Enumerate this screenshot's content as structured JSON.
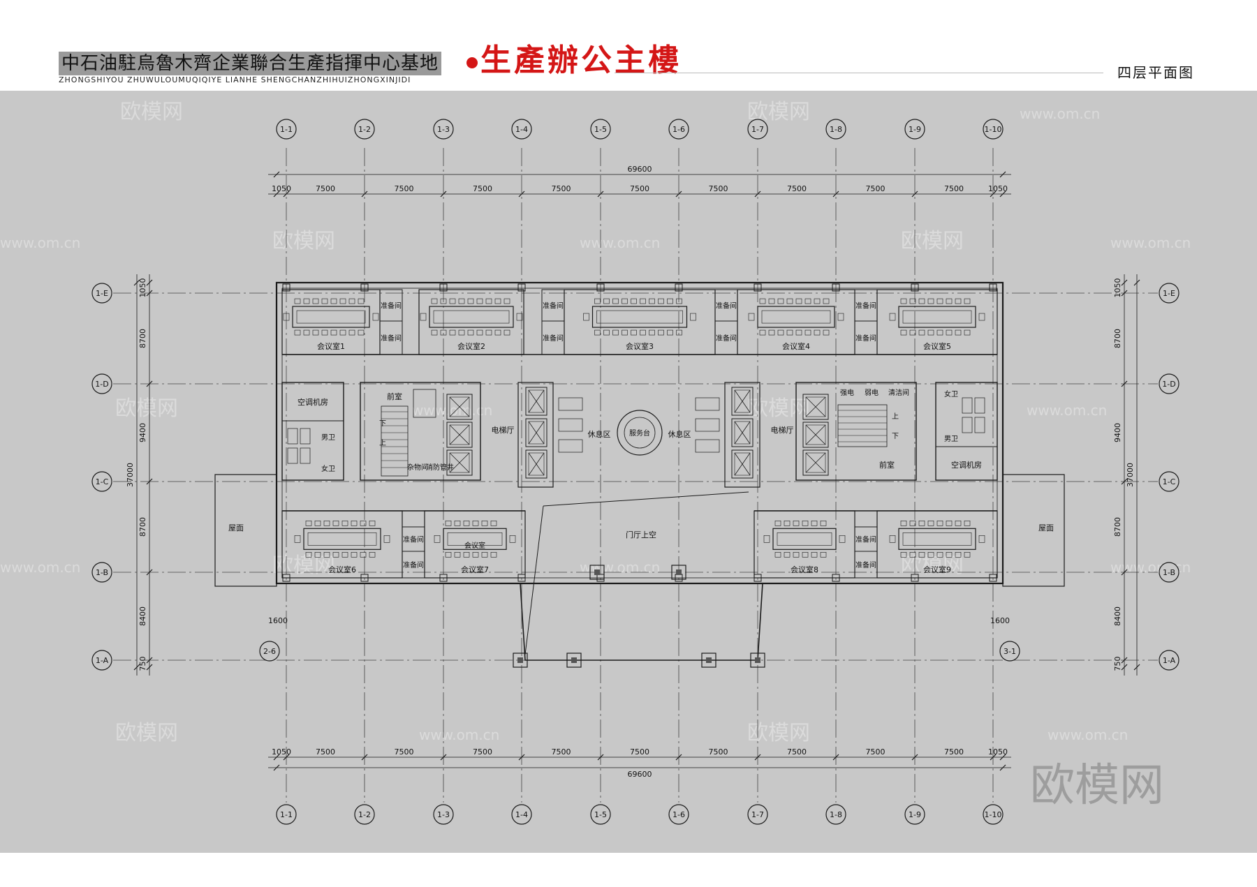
{
  "header": {
    "title_cn": "中石油駐烏魯木齊企業聯合生產指揮中心基地",
    "title_red": "生產辦公主樓",
    "title_en": "ZHONGSHIYOU ZHUWULOUMUQIQIYE LIANHE SHENGCHANZHIHUIZHONGXINJIDI",
    "sheet_title": "四层平面图"
  },
  "watermark": {
    "logo": "欧模网",
    "url": "www.om.cn"
  },
  "axes": {
    "columns": [
      "1-1",
      "1-2",
      "1-3",
      "1-4",
      "1-5",
      "1-6",
      "1-7",
      "1-8",
      "1-9",
      "1-10"
    ],
    "rows": [
      "1-E",
      "1-D",
      "1-C",
      "1-B",
      "1-A"
    ],
    "aux_left": "2-6",
    "aux_right": "3-1"
  },
  "dimensions": {
    "overall_width": "69600",
    "spans": [
      "1050",
      "7500",
      "7500",
      "7500",
      "7500",
      "7500",
      "7500",
      "7500",
      "7500",
      "7500",
      "1050"
    ],
    "overall_depth": "37000",
    "depth_spans": [
      "1050",
      "8700",
      "9400",
      "8700",
      "8400",
      "750"
    ],
    "aux_offset": "1600"
  },
  "rooms": {
    "meeting": [
      "会议室1",
      "会议室2",
      "会议室3",
      "会议室4",
      "会议室5",
      "会议室6",
      "会议室7",
      "会议室8",
      "会议室9"
    ],
    "prep": "准备间",
    "ac_room": "空调机房",
    "male_wc": "男卫",
    "female_wc": "女卫",
    "front_office": "前室",
    "elevator_hall": "电梯厅",
    "rest_area": "休息区",
    "service_desk": "服务台",
    "lobby_void": "门厅上空",
    "roof": "屋面",
    "strong_elec": "强电",
    "weak_elec": "弱电",
    "cleaning": "清洁间",
    "sundries": "杂物间",
    "fire_shaft": "消防管井",
    "up": "上",
    "down": "下",
    "meeting_room_center": "会议室"
  }
}
